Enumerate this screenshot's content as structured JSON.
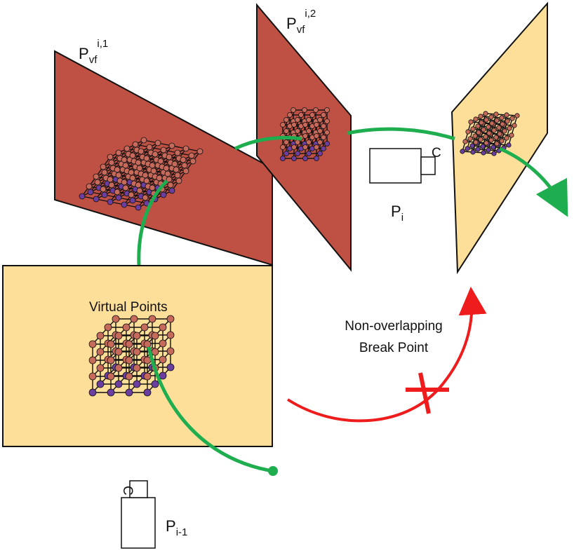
{
  "colors": {
    "dark_plane": "#be5044",
    "light_plane": "#fddf9a",
    "outline": "#111111",
    "green_arrow": "#1fae4f",
    "red_arrow": "#ee1c1c",
    "lattice_node": "#c66a5c",
    "lattice_bottom_node": "#6a3fa0"
  },
  "labels": {
    "plane1": {
      "base": "P",
      "sub": "vf",
      "sup": "i,1"
    },
    "plane2": {
      "base": "P",
      "sub": "vf",
      "sup": "i,2"
    },
    "camera_i": {
      "base": "P",
      "sub": "i",
      "lens_mark": "C"
    },
    "camera_prev": {
      "base": "P",
      "sub": "i-1",
      "lens_mark": "C"
    },
    "virtual_points": "Virtual Points",
    "break_point_line1": "Non-overlapping",
    "break_point_line2": "Break Point"
  },
  "icons": {
    "break_marker": "red-cross-icon",
    "camera": "camera-icon",
    "lattice": "cube-lattice-icon"
  }
}
